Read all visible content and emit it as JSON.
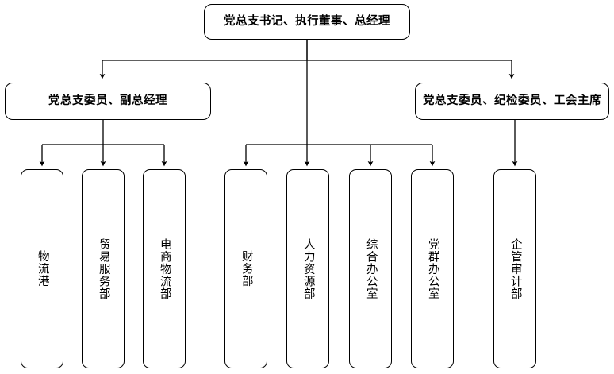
{
  "chart": {
    "type": "org-chart",
    "title": "",
    "background_color": "#ffffff",
    "line_color": "#000000",
    "box_border_color": "#000000",
    "box_fill_color": "#ffffff"
  },
  "levels": {
    "top": {
      "label": "党总支书记、执行董事、总经理"
    },
    "managers": [
      {
        "label": "党总支委员、副总经理"
      },
      {
        "label": "党总支委员、纪检委员、工会主席"
      }
    ],
    "departments": [
      {
        "label": "物流港"
      },
      {
        "label": "贸易服务部"
      },
      {
        "label": "电商物流部"
      },
      {
        "label": "财务部"
      },
      {
        "label": "人力资源部"
      },
      {
        "label": "综合办公室"
      },
      {
        "label": "党群办公室"
      },
      {
        "label": "企管审计部"
      }
    ]
  }
}
